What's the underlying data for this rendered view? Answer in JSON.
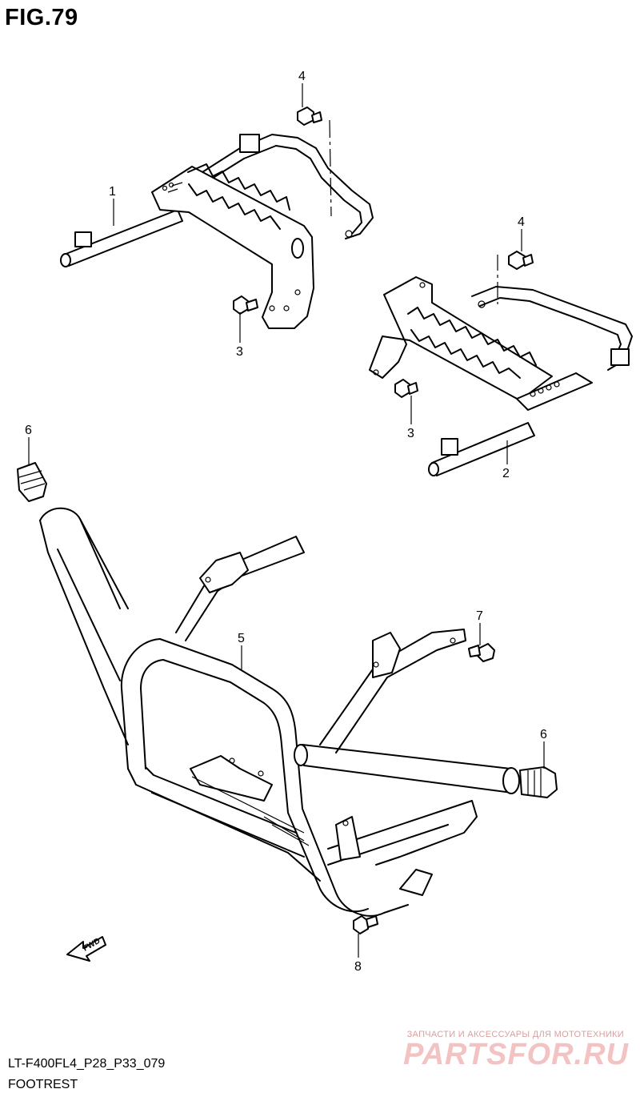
{
  "figure": {
    "title": "FIG.79"
  },
  "callouts": [
    {
      "id": "c1",
      "label": "1"
    },
    {
      "id": "c2",
      "label": "2"
    },
    {
      "id": "c3a",
      "label": "3"
    },
    {
      "id": "c3b",
      "label": "3"
    },
    {
      "id": "c4a",
      "label": "4"
    },
    {
      "id": "c4b",
      "label": "4"
    },
    {
      "id": "c5",
      "label": "5"
    },
    {
      "id": "c6a",
      "label": "6"
    },
    {
      "id": "c6b",
      "label": "6"
    },
    {
      "id": "c7",
      "label": "7"
    },
    {
      "id": "c8",
      "label": "8"
    }
  ],
  "arrow": {
    "label": "FWD"
  },
  "footer": {
    "code": "LT-F400FL4_P28_P33_079",
    "caption": "FOOTREST"
  },
  "watermark": {
    "small": "ЗАПЧАСТИ И АКСЕССУАРЫ ДЛЯ МОТОТЕХНИКИ",
    "big": "PARTSFOR.RU"
  }
}
